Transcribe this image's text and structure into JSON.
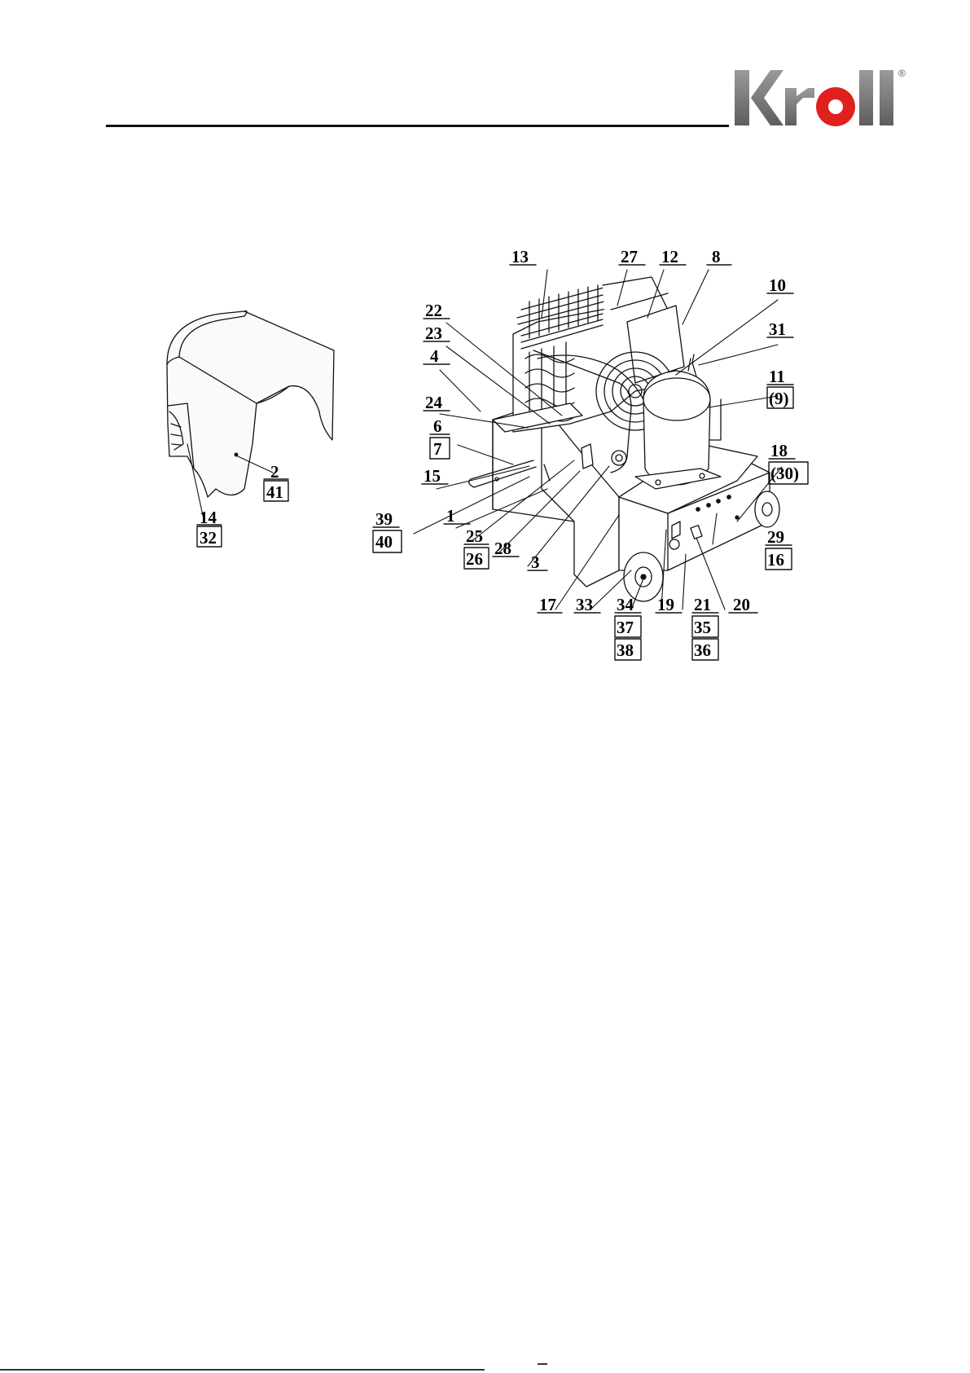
{
  "header": {
    "brand_logo_text": "Kroll",
    "registered_mark": "®"
  },
  "figure": {
    "cover_labels": [
      "14",
      "32",
      "2",
      "41"
    ],
    "unit_labels": [
      "13",
      "27",
      "12",
      "8",
      "10",
      "22",
      "23",
      "4",
      "31",
      "11",
      "(9)",
      "24",
      "6",
      "7",
      "18",
      "(30)",
      "15",
      "39",
      "40",
      "1",
      "25",
      "26",
      "28",
      "3",
      "29",
      "16",
      "17",
      "33",
      "34",
      "37",
      "38",
      "19",
      "21",
      "35",
      "36",
      "20"
    ],
    "boxed_labels": [
      "32",
      "41",
      "7",
      "40",
      "26",
      "16",
      "37",
      "38",
      "35",
      "36",
      "(9)",
      "(30)"
    ]
  }
}
